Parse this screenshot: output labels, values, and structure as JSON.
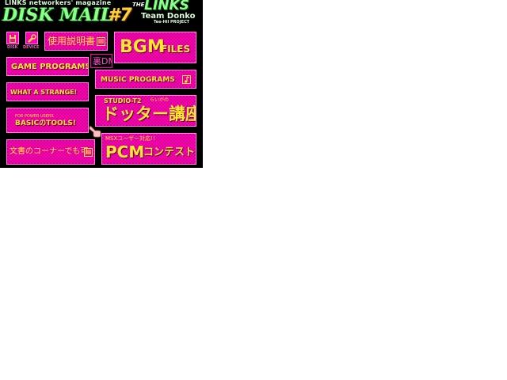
{
  "header": {
    "subtitle": "LINKS networkers' magazine",
    "title": "DISK MAIL",
    "issue": "#7",
    "brand_prefix": "THE",
    "brand": "LINKS",
    "team": "Team Donko",
    "project": "Tee-Hil PROJECT"
  },
  "menu": {
    "disk_label": "DISK",
    "device_label": "DEVICE",
    "manual": "使用説明書",
    "bgm_main": "BGM",
    "bgm_sub": "FILES",
    "game_programs": "GAME PROGRAMS",
    "ura_dm": "裏DM",
    "music_programs": "MUSIC PROGRAMS",
    "strange": "WHAT A STRANGE!",
    "studio_line": "STUDIO-T2",
    "studio_kana": "らいがの",
    "dotter": "ドッター講座",
    "power_users": "FOR POWER USERS",
    "basic_tools": "BASICのTOOLS!",
    "msx_note": "MSXユーザー対応!!",
    "pcm": "PCM",
    "pcm_contest": "コンテスト",
    "document_corner": "文書のコーナーでも可。"
  },
  "colors": {
    "button_magenta": "#ff00b4",
    "label_yellow": "#ffe633",
    "title_green": "#8cff8c",
    "issue_gold": "#ffcf3d",
    "background": "#000000"
  },
  "icons": {
    "disk": "floppy-disk-icon",
    "device": "device-wrench-icon",
    "manual": "book-icon",
    "music": "music-note-icon",
    "document": "document-icon",
    "cursor": "hand-pointer-icon"
  }
}
